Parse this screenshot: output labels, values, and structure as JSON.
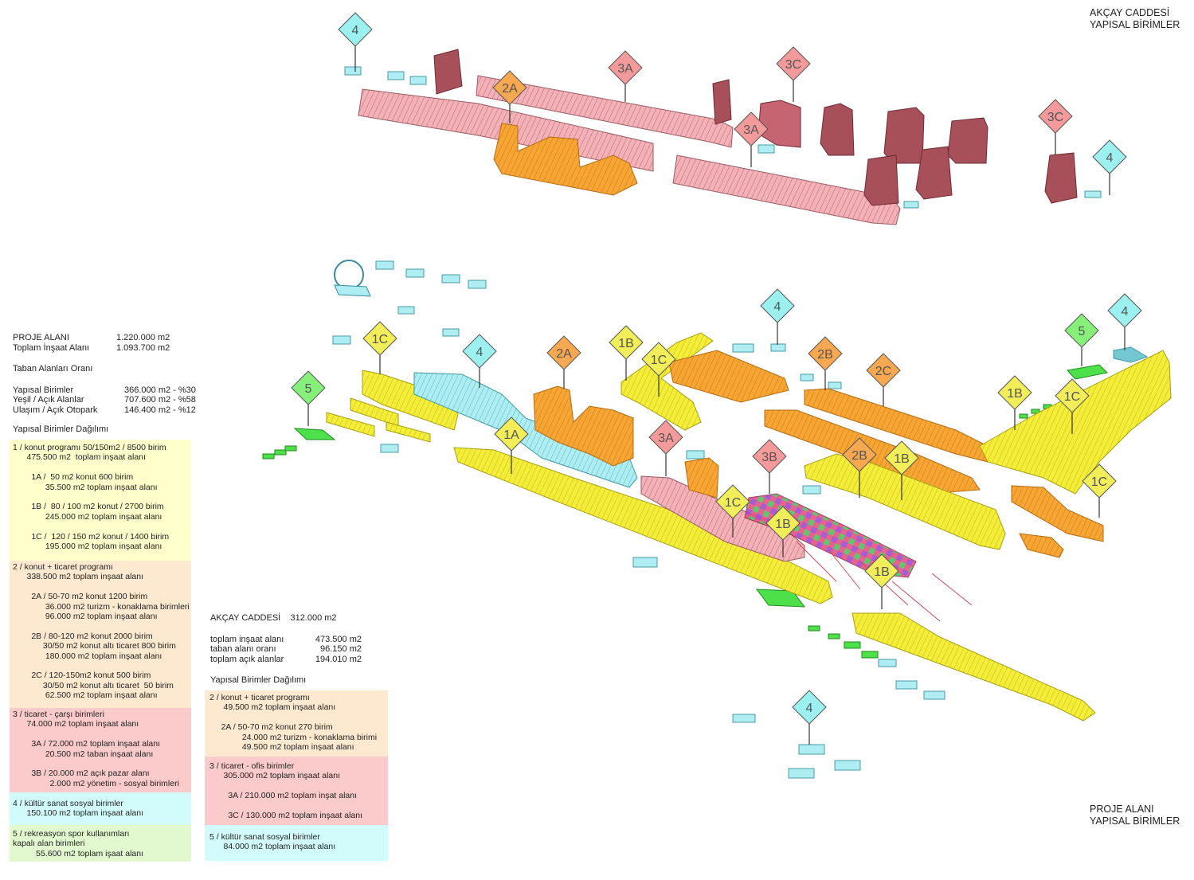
{
  "titles": {
    "top_right_line1": "AKÇAY CADDESİ",
    "top_right_line2": "YAPISAL BİRİMLER",
    "bottom_right_line1": "PROJE ALANI",
    "bottom_right_line2": "YAPISAL BİRİMLER"
  },
  "proje": {
    "area_label": "PROJE ALANI",
    "area_value": "1.220.000 m2",
    "insaat_label": "Toplam İnşaat Alanı",
    "insaat_value": "1.093.700 m2",
    "taban_title": "Taban Alanları Oranı",
    "rows": [
      {
        "label": "Yapısal Birimler",
        "value": "366.000 m2 - %30"
      },
      {
        "label": "Yeşil / Açık Alanlar",
        "value": "707.600 m2 - %58"
      },
      {
        "label": "Ulaşım / Açık Otopark",
        "value": "146.400 m2 - %12"
      }
    ],
    "dagilim_title": "Yapısal Birimler Dağılımı"
  },
  "legend_left": {
    "g1": [
      "1 / konut programı 50/150m2 / 8500 birim",
      "      475.500 m2  toplam inşaat alanı",
      "",
      "        1A /  50 m2 konut 600 birim",
      "              35.500 m2 toplam inşaat alanı",
      "",
      "        1B /  80 / 100 m2 konut / 2700 birim",
      "              245.000 m2 toplam inşaat alanı",
      "",
      "        1C /  120 / 150 m2 konut / 1400 birim",
      "              195.000 m2 toplam inşaat alanı"
    ],
    "g2": [
      "2 / konut + ticaret programı",
      "      338.500 m2 toplam inşaat alanı",
      "",
      "        2A / 50-70 m2 konut 1200 birim",
      "              36.000 m2 turizm - konaklama birimleri",
      "              96.000 m2 toplam inşaat alanı",
      "",
      "        2B / 80-120 m2 konut 2000 birim",
      "             30/50 m2 konut altı ticaret 800 birim",
      "              180.000 m2 toplam inşaat alanı",
      "",
      "        2C / 120-150m2 konut 500 birim",
      "             30/50 m2 konut altı ticaret  50 birim",
      "              62.500 m2 toplam inşaat alanı"
    ],
    "g3": [
      "3 / ticaret - çarşı birimleri",
      "      74.000 m2 toplam inşaat alanı",
      "",
      "        3A / 72.000 m2 toplam inşaat alanı",
      "              20.500 m2 taban inşaat alanı",
      "",
      "        3B / 20.000 m2 açık pazar alanı",
      "                2.000 m2 yönetim - sosyal birimleri"
    ],
    "g4": [
      "4 / kültür sanat sosyal birimler",
      "      150.100 m2 toplam inşaat alanı"
    ],
    "g5": [
      "5 / rekreasyon spor kullanımları",
      "kapalı alan birimleri",
      "          55.600 m2 toplam işaat alanı"
    ]
  },
  "akcay": {
    "title": "AKÇAY CADDESİ    312.000 m2",
    "rows": [
      {
        "label": "toplam inşaat alanı",
        "value": "473.500 m2"
      },
      {
        "label": "taban alanı oranı",
        "value": "96.150 m2"
      },
      {
        "label": "toplam açık alanlar",
        "value": "194.010 m2"
      }
    ],
    "dagilim_title": "Yapısal Birimler Dağılımı"
  },
  "legend_mid": {
    "g2": [
      "2 / konut + ticaret programı",
      "      49.500 m2 toplam inşaat alanı",
      "",
      "     2A / 50-70 m2 konut 270 birim",
      "              24.000 m2 turizm - konaklama birimi",
      "              49.500 m2 toplam inşaat alanı"
    ],
    "g3": [
      "3 / ticaret - ofis birimler",
      "      305.000 m2 toplam inşaat alanı",
      "",
      "        3A / 210.000 m2 toplam inşat alanı",
      "",
      "        3C / 130.000 m2 toplam inşaat alanı"
    ],
    "g5": [
      "5 / kültür sanat sosyal birimler",
      "      84.000 m2 toplam inşaat alanı"
    ]
  },
  "markers": [
    {
      "label": "4",
      "color": "#9cf0f0"
    },
    {
      "label": "2A",
      "color": "#f7a850"
    },
    {
      "label": "3A",
      "color": "#f59a9a"
    },
    {
      "label": "3C",
      "color": "#f59a9a"
    },
    {
      "label": "3A",
      "color": "#f59a9a"
    },
    {
      "label": "3C",
      "color": "#f59a9a"
    },
    {
      "label": "4",
      "color": "#9cf0f0"
    },
    {
      "label": "1C",
      "color": "#f2ee5a"
    },
    {
      "label": "4",
      "color": "#9cf0f0"
    },
    {
      "label": "2A",
      "color": "#f7a850"
    },
    {
      "label": "1B",
      "color": "#f2ee5a"
    },
    {
      "label": "1C",
      "color": "#f2ee5a"
    },
    {
      "label": "4",
      "color": "#9cf0f0"
    },
    {
      "label": "2B",
      "color": "#f7a850"
    },
    {
      "label": "2C",
      "color": "#f7a850"
    },
    {
      "label": "5",
      "color": "#86f07a"
    },
    {
      "label": "4",
      "color": "#9cf0f0"
    },
    {
      "label": "5",
      "color": "#86f07a"
    },
    {
      "label": "1B",
      "color": "#f2ee5a"
    },
    {
      "label": "1C",
      "color": "#f2ee5a"
    },
    {
      "label": "1A",
      "color": "#f2ee5a"
    },
    {
      "label": "3A",
      "color": "#f59a9a"
    },
    {
      "label": "3B",
      "color": "#f59a9a"
    },
    {
      "label": "1C",
      "color": "#f2ee5a"
    },
    {
      "label": "1B",
      "color": "#f2ee5a"
    },
    {
      "label": "2B",
      "color": "#f7a850"
    },
    {
      "label": "1B",
      "color": "#f2ee5a"
    },
    {
      "label": "1C",
      "color": "#f2ee5a"
    },
    {
      "label": "1B",
      "color": "#f2ee5a"
    },
    {
      "label": "4",
      "color": "#9cf0f0"
    }
  ]
}
